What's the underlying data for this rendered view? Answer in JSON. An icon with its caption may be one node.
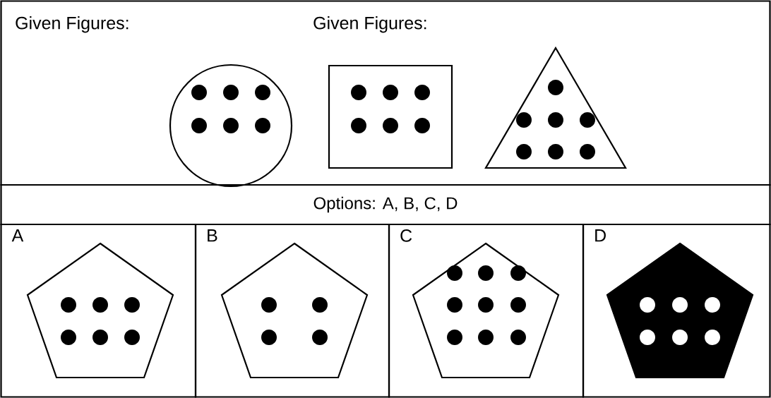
{
  "diagram": {
    "nodes": [
      {
        "text": [
          "Given Figures:",
          "Given Figures:"
        ]
      },
      {
        "text": [
          "Options: A, B, C, D"
        ]
      },
      {
        "text": [
          "A"
        ]
      },
      {
        "text": [
          "B"
        ]
      },
      {
        "text": [
          "C"
        ]
      },
      {
        "text": [
          "D"
        ]
      }
    ]
  }
}
